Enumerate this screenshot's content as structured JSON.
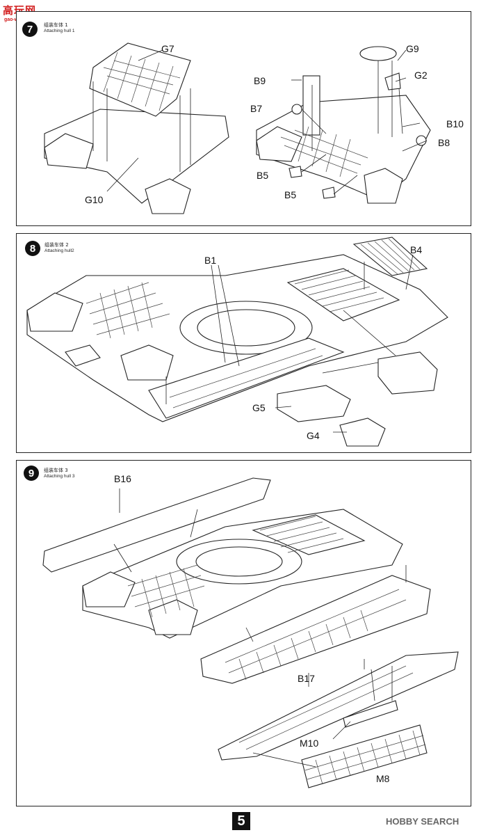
{
  "watermark_top": {
    "text": "高玩网",
    "sub": "gao-wan.net"
  },
  "watermark_bottom": {
    "text": "HOBBY SEARCH"
  },
  "page_number": "5",
  "steps": [
    {
      "number": "7",
      "title_cn": "组装车体 1",
      "title_en": "Attaching hull 1",
      "parts": {
        "g7": "G7",
        "g10": "G10",
        "g9": "G9",
        "g2": "G2",
        "b9": "B9",
        "b7": "B7",
        "b10": "B10",
        "b8": "B8",
        "b5a": "B5",
        "b5b": "B5"
      }
    },
    {
      "number": "8",
      "title_cn": "组装车体 2",
      "title_en": "Attaching hull2",
      "parts": {
        "b1": "B1",
        "b4": "B4",
        "g5": "G5",
        "g4": "G4"
      }
    },
    {
      "number": "9",
      "title_cn": "组装车体 3",
      "title_en": "Attaching hull 3",
      "parts": {
        "b16": "B16",
        "b17": "B17",
        "m10": "M10",
        "m8": "M8"
      }
    }
  ]
}
